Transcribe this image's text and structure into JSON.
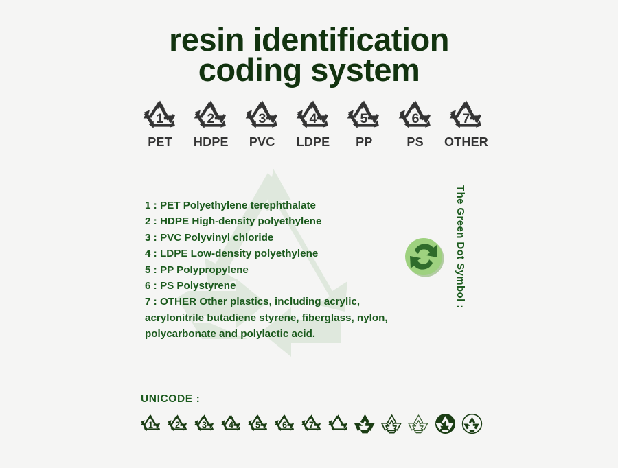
{
  "page": {
    "background_color": "#f5f5f4",
    "title_line1": "resin identification",
    "title_line2": "coding system",
    "title_color": "#12330f",
    "green_text_color": "#1b5a1d",
    "symbol_color": "#343434",
    "watermark_color": "#dfe8dd"
  },
  "resin_codes": [
    {
      "number": "1",
      "label": "PET",
      "name": "PET Polyethylene terephthalate"
    },
    {
      "number": "2",
      "label": "HDPE",
      "name": "HDPE High-density polyethylene"
    },
    {
      "number": "3",
      "label": "PVC",
      "name": "PVC Polyvinyl chloride"
    },
    {
      "number": "4",
      "label": "LDPE",
      "name": "LDPE Low-density polyethylene"
    },
    {
      "number": "5",
      "label": "PP",
      "name": "PP Polypropylene"
    },
    {
      "number": "6",
      "label": "PS",
      "name": "PS Polystyrene"
    },
    {
      "number": "7",
      "label": "OTHER",
      "name": "OTHER Other plastics"
    }
  ],
  "legend": {
    "lines": [
      "1 : PET Polyethylene terephthalate",
      "2 : HDPE High-density polyethylene",
      "3 : PVC Polyvinyl chloride",
      "4 : LDPE Low-density polyethylene",
      "5 : PP Polypropylene",
      "6 : PS Polystyrene"
    ],
    "last_entry": "7 : OTHER Other plastics, including acrylic, acrylonitrile butadiene styrene, fiberglass, nylon, polycarbonate and polylactic acid."
  },
  "green_dot": {
    "caption": "The Green Dot Symbol :",
    "circle_color": "#9ed17f",
    "arrow_color": "#2f6b2b",
    "shadow_color": "#7aa95f"
  },
  "unicode": {
    "label": "UNICODE :",
    "glyphs": [
      {
        "name": "recycling-symbol-type-1-pete",
        "char": "♳"
      },
      {
        "name": "recycling-symbol-type-2-hdpe",
        "char": "♴"
      },
      {
        "name": "recycling-symbol-type-3-pvc",
        "char": "♵"
      },
      {
        "name": "recycling-symbol-type-4-ldpe",
        "char": "♶"
      },
      {
        "name": "recycling-symbol-type-5-pp",
        "char": "♷"
      },
      {
        "name": "recycling-symbol-type-6-ps",
        "char": "♸"
      },
      {
        "name": "recycling-symbol-type-7-other",
        "char": "♹"
      },
      {
        "name": "universal-recycling-symbol-outline",
        "char": "♺"
      },
      {
        "name": "black-universal-recycling-symbol",
        "char": "♻"
      },
      {
        "name": "recycled-paper-symbol",
        "char": "♼"
      },
      {
        "name": "partially-recycled-paper-symbol",
        "char": "♽"
      },
      {
        "name": "black-circled-recycling-symbol",
        "char": "♾"
      },
      {
        "name": "circled-recycling-symbol",
        "char": "♿"
      }
    ]
  }
}
